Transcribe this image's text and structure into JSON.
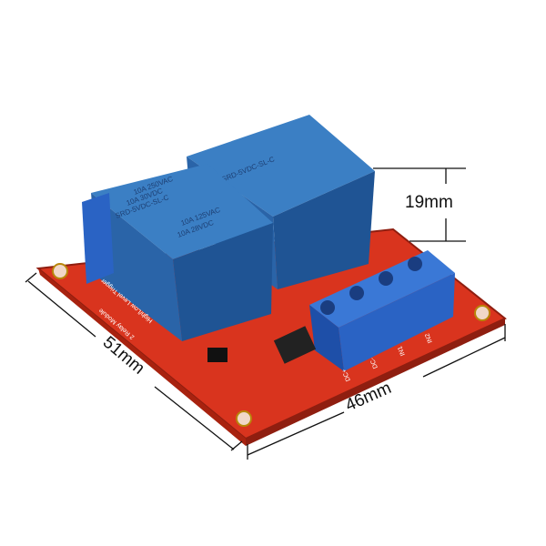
{
  "dimensions": {
    "height": "19mm",
    "length": "51mm",
    "width": "46mm"
  },
  "relay": {
    "model": "SRD-5VDC-SL-C",
    "rating1": "10A 250VAC",
    "rating2": "10A 30VDC",
    "rating3": "10A 125VAC",
    "rating4": "10A 28VDC"
  },
  "board": {
    "title": "2 Relay Module",
    "subtitle": "High/Low Level Trigger",
    "pins": [
      "DC+",
      "DC-",
      "IN1",
      "IN2"
    ]
  },
  "colors": {
    "board": "#d9341e",
    "relay": "#2f6db3",
    "terminal": "#2a63c4"
  }
}
